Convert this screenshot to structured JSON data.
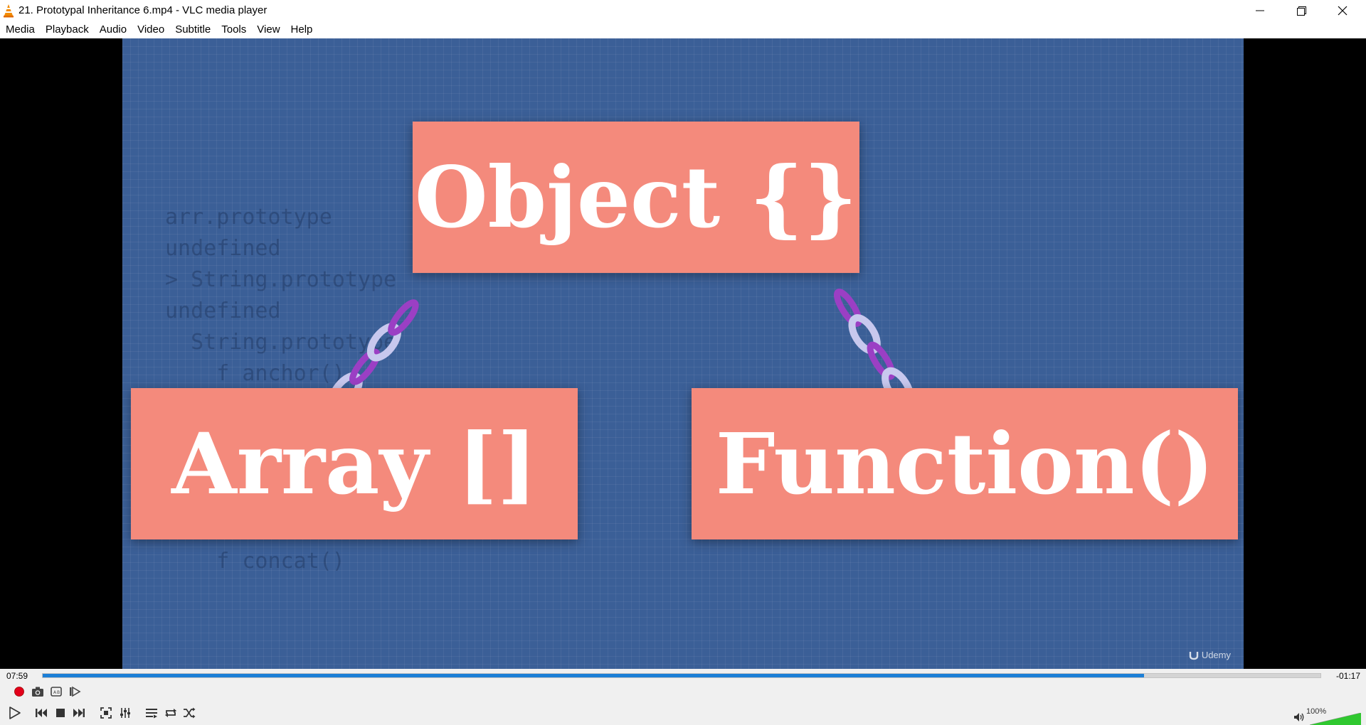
{
  "window": {
    "title": "21. Prototypal Inheritance 6.mp4 - VLC media player",
    "icon": "vlc-cone-icon",
    "controls": [
      "minimize-icon",
      "restore-icon",
      "close-icon"
    ]
  },
  "menu": {
    "items": [
      "Media",
      "Playback",
      "Audio",
      "Video",
      "Subtitle",
      "Tools",
      "View",
      "Help"
    ]
  },
  "video": {
    "boxes": {
      "object": "Object {}",
      "array": "Array []",
      "function": "Function()"
    },
    "watermark": "Udemy",
    "colors": {
      "background": "#3b5f97",
      "box": "#f48a7c",
      "chain_link": "#c8c8ee",
      "chain_core": "#9b3fc4"
    }
  },
  "playback": {
    "elapsed": "07:59",
    "remaining": "-01:17",
    "progress": 0.862,
    "accent": "#1c7fd6"
  },
  "volume": {
    "label": "100%",
    "level": 1.0,
    "color": "#2fc82f"
  },
  "toolbar": {
    "row1": [
      "record-icon",
      "snapshot-icon",
      "loop-ab-icon",
      "frame-step-icon"
    ],
    "row2": [
      "play-icon",
      "previous-icon",
      "stop-icon",
      "next-icon",
      "fullscreen-icon",
      "extended-settings-icon",
      "playlist-icon",
      "loop-icon",
      "shuffle-icon"
    ]
  }
}
